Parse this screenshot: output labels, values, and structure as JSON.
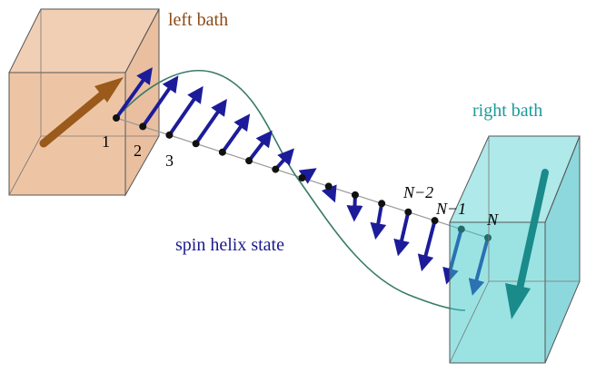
{
  "labels": {
    "left_bath": "left bath",
    "right_bath": "right bath",
    "state": "spin helix state"
  },
  "site_labels": [
    "1",
    "2",
    "3",
    "N−2",
    "N−1",
    "N"
  ],
  "colors": {
    "left_bath_label": "#8b4a14",
    "right_bath_label": "#1a9a9a",
    "state_label": "#1a1a8c",
    "left_box": "#e0955a",
    "right_box": "#38c8c8",
    "left_arrow": "#9a5a1c",
    "right_arrow": "#1a8a8a",
    "spin_arrow": "#1c1c9a",
    "chain": "#999999",
    "site": "#111111",
    "helix_curve": "#3a7a6a"
  },
  "spin_count": 15
}
